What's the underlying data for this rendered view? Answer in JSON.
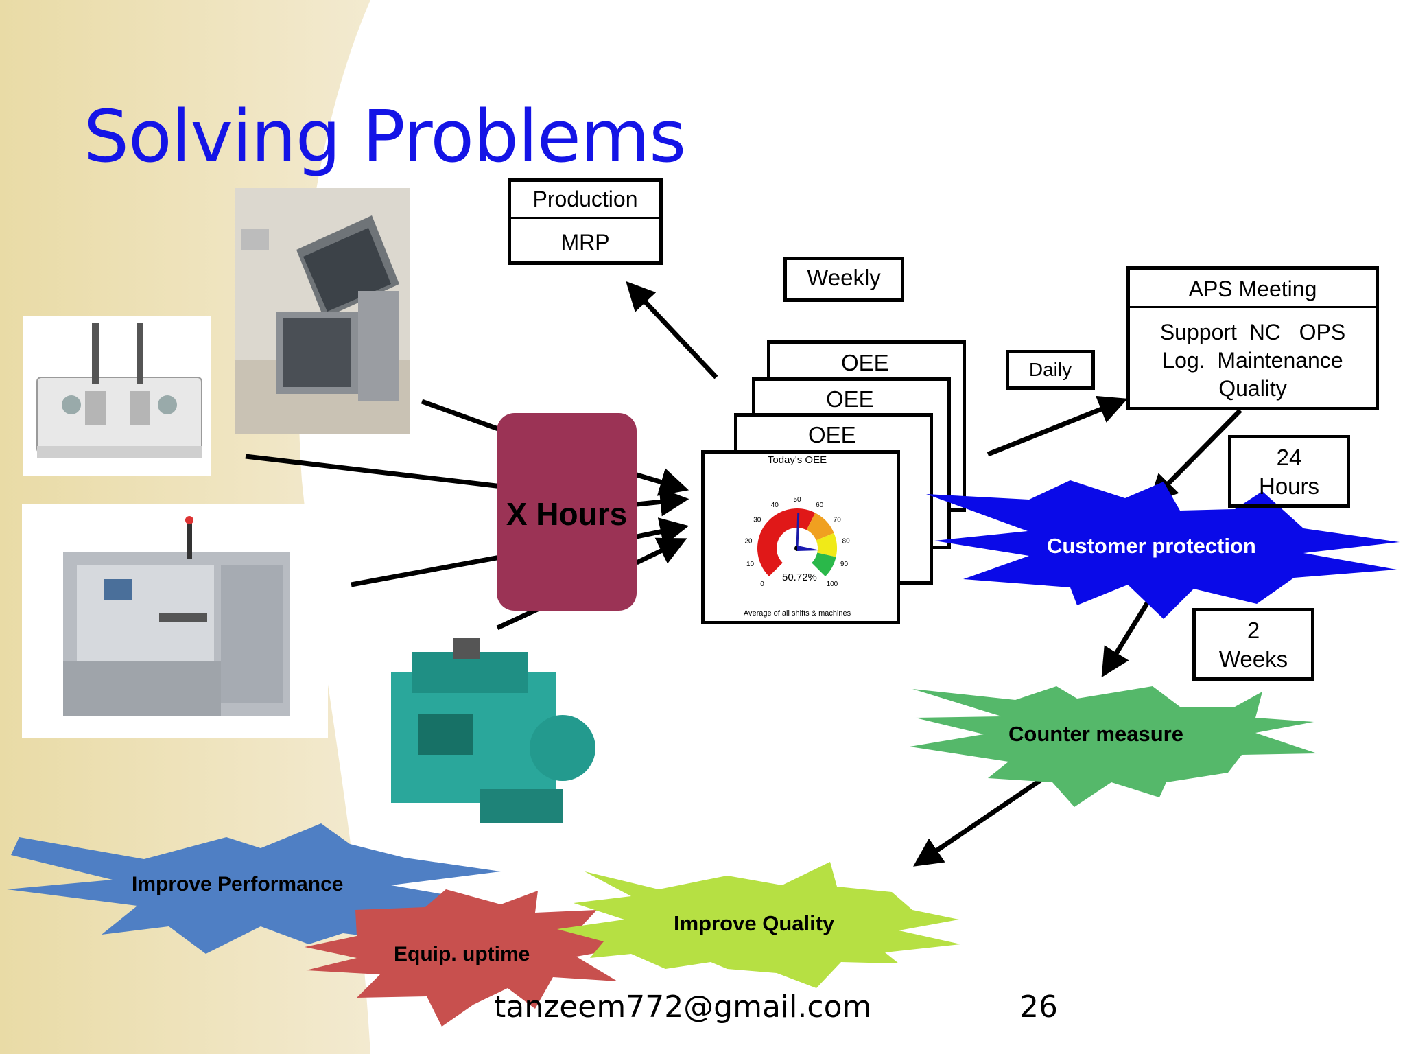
{
  "slide": {
    "title": "Solving Problems",
    "footer_email": "tanzeem772@gmail.com",
    "page_number": "26"
  },
  "boxes": {
    "production": "Production",
    "mrp": "MRP",
    "weekly": "Weekly",
    "daily": "Daily",
    "aps_title": "APS Meeting",
    "aps_line1": "Support  NC   OPS",
    "aps_line2": "Log.  Maintenance",
    "aps_line3": "Quality",
    "hours_24_num": "24",
    "hours_24_unit": "Hours",
    "weeks_2_num": "2",
    "weeks_2_unit": "Weeks",
    "x_hours": "X Hours"
  },
  "oee_cards": [
    "OEE",
    "OEE",
    "OEE"
  ],
  "gauge": {
    "title": "Today's OEE",
    "value_text": "50.72%",
    "value": 50.72,
    "ticks": [
      "0",
      "10",
      "20",
      "30",
      "40",
      "50",
      "60",
      "70",
      "80",
      "90",
      "100"
    ],
    "caption": "Average of all shifts & machines"
  },
  "bursts": {
    "customer_protection": "Customer protection",
    "counter_measure": "Counter measure",
    "improve_performance": "Improve Performance",
    "equip_uptime": "Equip. uptime",
    "improve_quality": "Improve Quality"
  },
  "colors": {
    "title": "#1414e6",
    "sidebar": "#ede1b4",
    "x_hours_box": "#9b3355",
    "customer_protection": "#0a0ae8",
    "counter_measure": "#55b86a",
    "improve_performance": "#4f7fc4",
    "equip_uptime": "#c8504e",
    "improve_quality": "#b6e043"
  }
}
